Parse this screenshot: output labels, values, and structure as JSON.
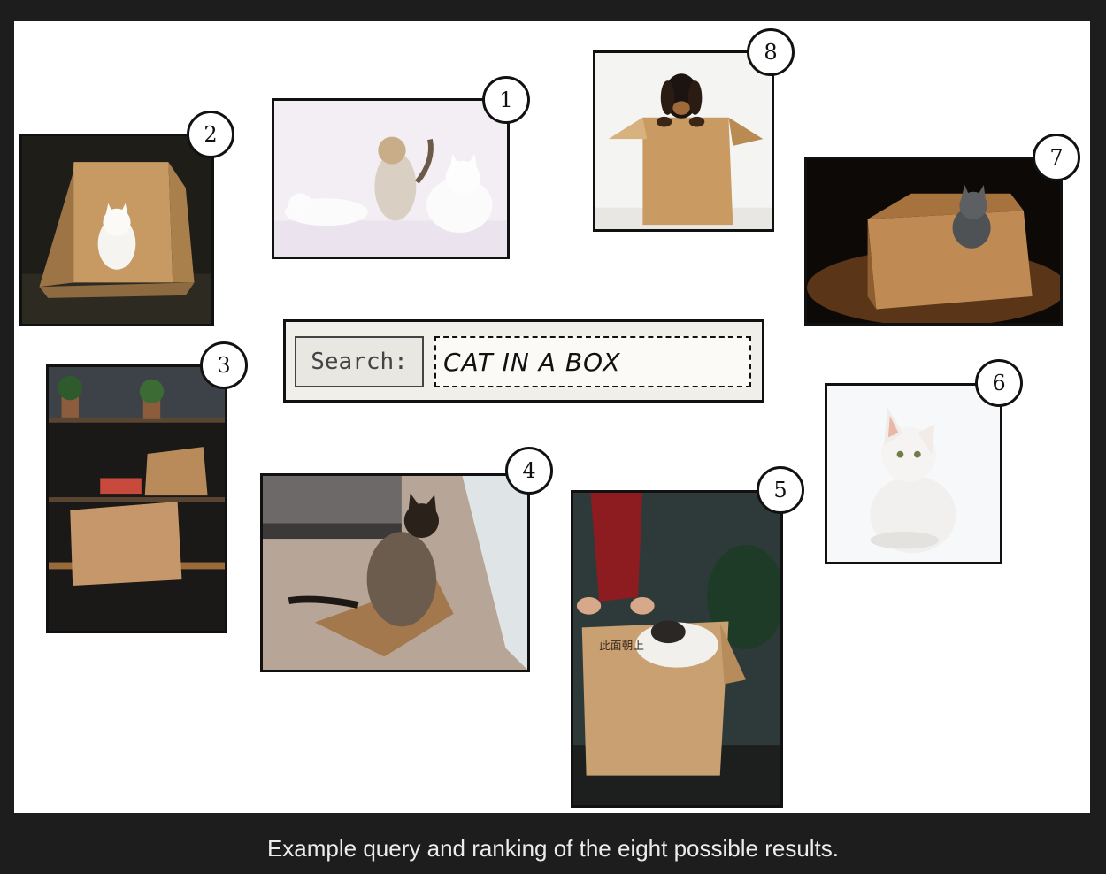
{
  "search": {
    "label": "Search:",
    "query": "CAT IN A BOX"
  },
  "results": [
    {
      "rank": "1",
      "icon": "three-cats-photo-icon"
    },
    {
      "rank": "2",
      "icon": "white-kitten-in-box-photo-icon"
    },
    {
      "rank": "3",
      "icon": "boxes-on-shelf-photo-icon"
    },
    {
      "rank": "4",
      "icon": "siamese-cat-in-box-photo-icon"
    },
    {
      "rank": "5",
      "icon": "cat-in-cardboard-box-photo-icon"
    },
    {
      "rank": "6",
      "icon": "white-cat-photo-icon"
    },
    {
      "rank": "7",
      "icon": "gray-kitten-in-box-photo-icon"
    },
    {
      "rank": "8",
      "icon": "dog-in-box-photo-icon"
    }
  ],
  "caption": "Example query and ranking of the eight possible results."
}
